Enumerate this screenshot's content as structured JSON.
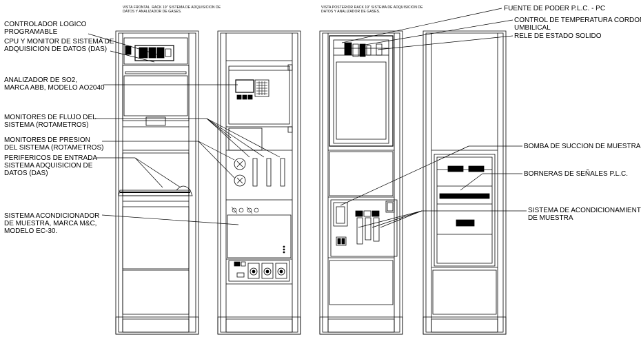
{
  "captions": {
    "front": "VISTA FRONTAL  RACK 19\" SISTEMA DE ADQUISICION DE\nDATOS Y ANALIZADOR DE GASES.",
    "rear": "VISTA POSTERIOR RACK 19\" SISTEMA DE ADQUISICION DE\nDATOS Y ANALIZADOR DE GASES."
  },
  "left_labels": {
    "plc": "CONTROLADOR LOGICO\nPROGRAMABLE",
    "cpu": "CPU Y MONITOR DE SISTEMA DE\nADQUISICION DE DATOS (DAS)",
    "analyzer": "ANALIZADOR DE SO2,\nMARCA ABB, MODELO AO2040",
    "flow": "MONITORES DE FLUJO DEL\nSISTEMA (ROTAMETROS)",
    "pressure": "MONITORES DE PRESION\nDEL SISTEMA (ROTAMETROS)",
    "peripherals": "PERIFERICOS DE ENTRADA\nSISTEMA ADQUISICION DE\nDATOS (DAS)",
    "conditioner": "SISTEMA ACONDICIONADOR\nDE MUESTRA, MARCA M&C,\nMODELO EC-30."
  },
  "right_labels": {
    "power_supply": "FUENTE DE PODER P.L.C. - PC",
    "temp_control": "CONTROL DE TEMPERATURA CORDON\nUMBILICAL",
    "relay": "RELE DE ESTADO SOLIDO",
    "pump": "BOMBA DE SUCCION DE MUESTRA",
    "terminals": "BORNERAS DE SEÑALES P.L.C.",
    "conditioning": "SISTEMA DE ACONDICIONAMIENTO\nDE MUESTRA"
  },
  "colors": {
    "line": "#000000",
    "background": "#ffffff"
  }
}
